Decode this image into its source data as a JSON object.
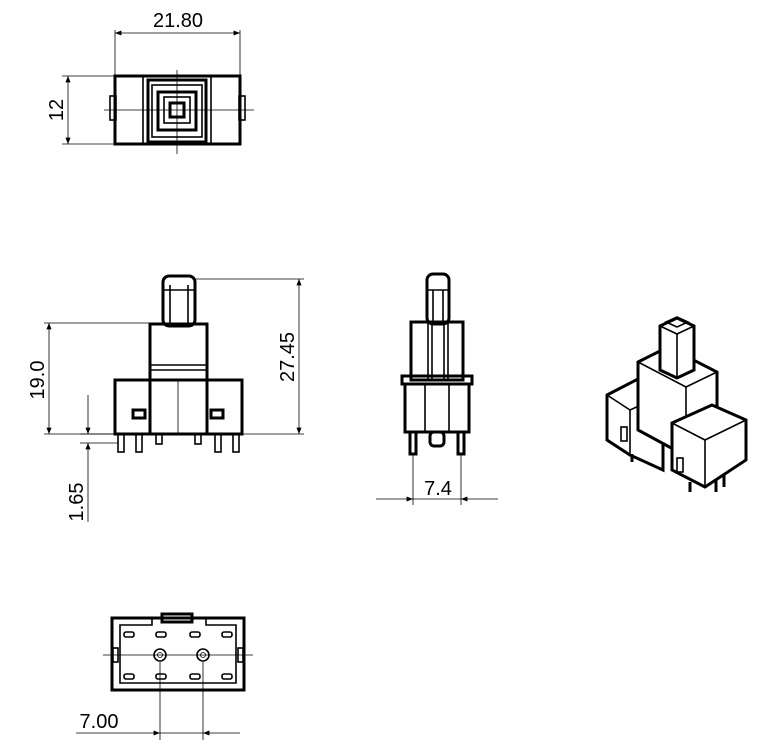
{
  "dimensions": {
    "top_width": "21.80",
    "top_height": "12",
    "front_body_height": "19.0",
    "front_total_height": "27.45",
    "pin_length": "1.65",
    "side_pin_spacing": "7.4",
    "bottom_pin_spacing": "7.00"
  },
  "views": [
    "top-view",
    "front-view",
    "side-view",
    "isometric-view",
    "bottom-view"
  ]
}
